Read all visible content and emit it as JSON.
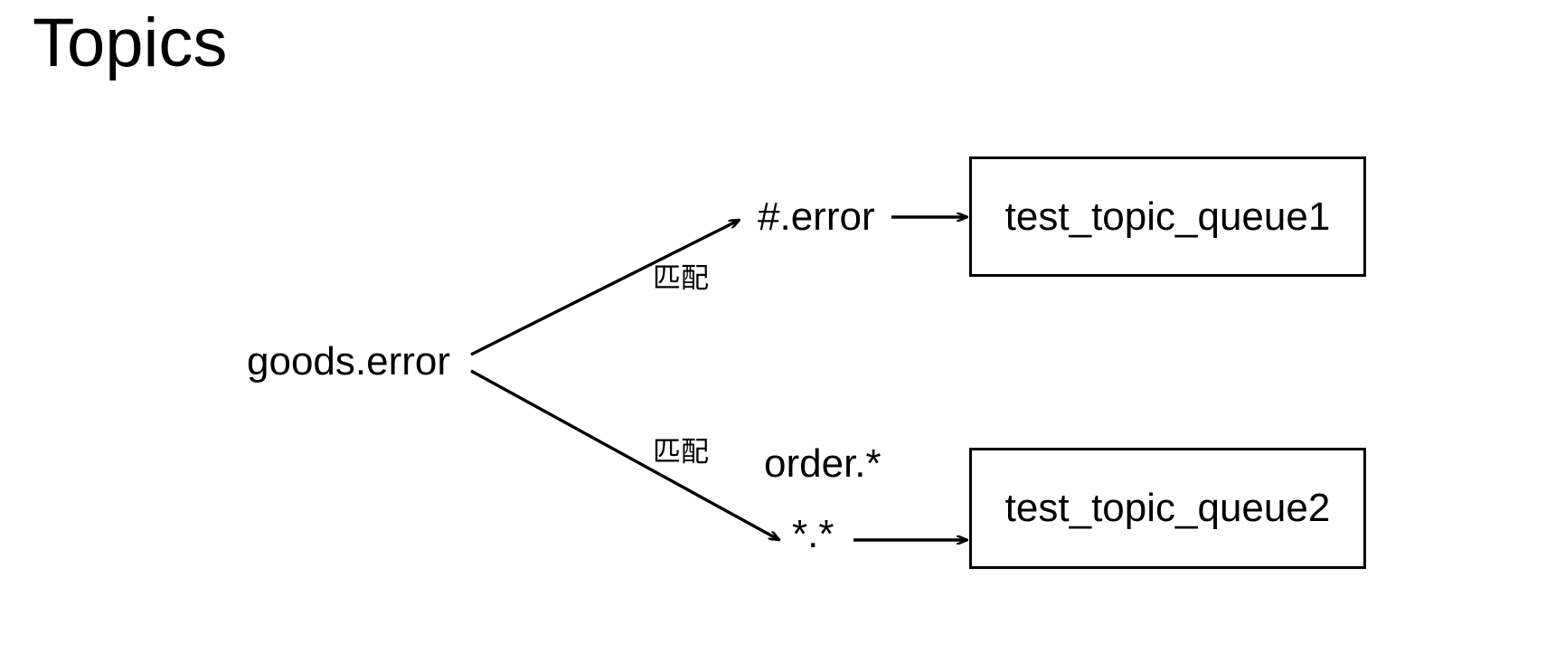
{
  "slide": {
    "title": "Topics",
    "background_color": "#ffffff",
    "stroke_color": "#000000"
  },
  "diagram": {
    "type": "routing-flow",
    "source": {
      "name": "source-routing-key",
      "label": "goods.error"
    },
    "branches": [
      {
        "name": "branch-top",
        "connector_label": "匹配",
        "pattern_label": "#.error",
        "target_label": "test_topic_queue1"
      },
      {
        "name": "branch-bottom",
        "connector_label": "匹配",
        "pattern_label_primary": "order.*",
        "pattern_label_secondary": "*.*",
        "target_label": "test_topic_queue2"
      }
    ],
    "queues": [
      {
        "name": "queue-box-1",
        "label": "test_topic_queue1"
      },
      {
        "name": "queue-box-2",
        "label": "test_topic_queue2"
      }
    ]
  }
}
